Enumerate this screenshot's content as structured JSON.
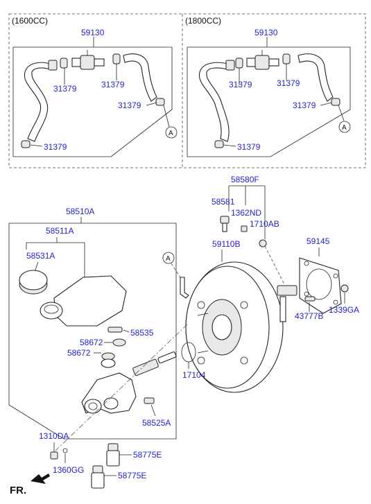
{
  "variants": {
    "left": "(1600CC)",
    "right": "(1800CC)"
  },
  "labels": {
    "hose_assy": "59130",
    "clamp": "31379",
    "ref_a": "A",
    "booster_kit": "58580F",
    "bolt_58581": "58581",
    "nut_1362ND": "1362ND",
    "clip_1710AB": "1710AB",
    "booster": "59110B",
    "gasket_59145": "59145",
    "pin_43777B": "43777B",
    "nut_1339GA": "1339GA",
    "master_cyl_assy": "58510A",
    "reservoir_assy": "58511A",
    "cap": "58531A",
    "pin_58535": "58535",
    "grommet_1": "58672",
    "grommet_2": "58672",
    "oring_17104": "17104",
    "bolt_58525A": "58525A",
    "nut_1310DA": "1310DA",
    "washer_1360GG": "1360GG",
    "cap_58775E_1": "58775E",
    "cap_58775E_2": "58775E",
    "front_indicator": "FR."
  }
}
